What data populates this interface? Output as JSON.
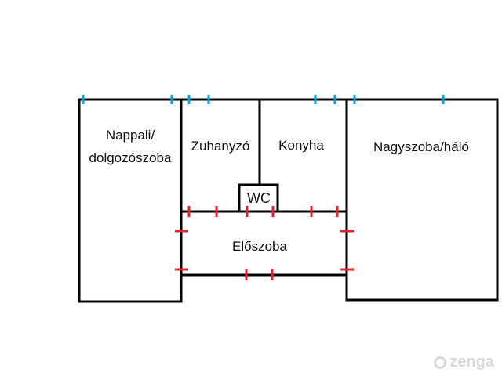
{
  "rooms": {
    "living": [
      "Nappali/",
      "dolgozószoba"
    ],
    "shower": "Zuhanyzó",
    "kitchen": "Konyha",
    "bedroom": "Nagyszoba/háló",
    "wc": "WC",
    "hall": "Előszoba"
  },
  "marker_colors": {
    "window": "#00a0e0",
    "door": "#e8202a"
  },
  "logo": {
    "text": "zenga"
  }
}
